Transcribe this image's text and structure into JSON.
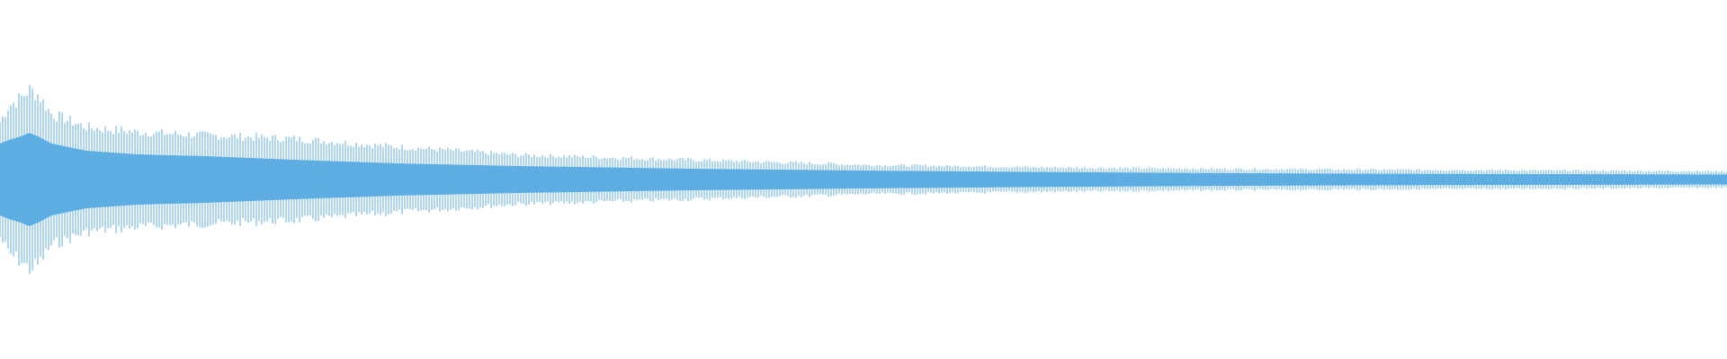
{
  "colors": {
    "background": "#ffffff",
    "waveform": "#5dade2"
  },
  "chart_data": {
    "type": "area",
    "title": "",
    "xlabel": "",
    "ylabel": "",
    "grid": false,
    "legend": "none",
    "ylim": [
      -1,
      1
    ],
    "x_range": [
      0,
      1
    ],
    "series": [
      {
        "name": "",
        "envelope": {
          "x": [
            0.0,
            0.005,
            0.012,
            0.017,
            0.022,
            0.03,
            0.05,
            0.08,
            0.12,
            0.17,
            0.23,
            0.3,
            0.4,
            0.5,
            0.6,
            0.7,
            0.8,
            0.9,
            1.0
          ],
          "peak": [
            0.35,
            0.45,
            0.5,
            0.55,
            0.52,
            0.4,
            0.32,
            0.29,
            0.27,
            0.25,
            0.2,
            0.15,
            0.12,
            0.09,
            0.075,
            0.065,
            0.06,
            0.055,
            0.05
          ],
          "body": [
            0.2,
            0.22,
            0.24,
            0.26,
            0.24,
            0.2,
            0.16,
            0.14,
            0.13,
            0.11,
            0.09,
            0.075,
            0.06,
            0.05,
            0.042,
            0.036,
            0.032,
            0.03,
            0.028
          ]
        }
      }
    ]
  }
}
